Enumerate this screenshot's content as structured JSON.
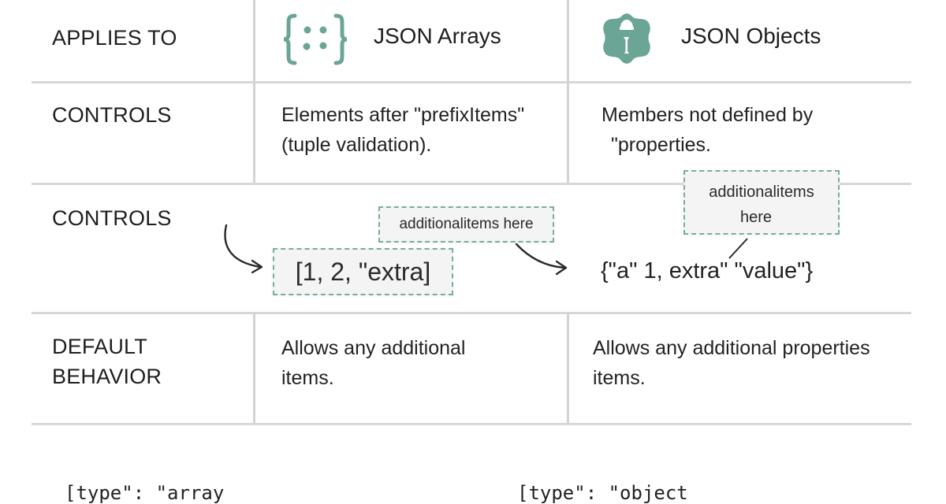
{
  "colors": {
    "accent": "#6aa596",
    "rule": "#d7d7d7",
    "text": "#1f1f1f",
    "callout_bg": "#f3f4f3"
  },
  "rows": {
    "applies_to": {
      "label": "APPLIES TO",
      "arrays": {
        "icon": "curly-braces-dots-icon",
        "title": "JSON Arrays"
      },
      "objects": {
        "icon": "puzzle-badge-icon",
        "title": "JSON Objects"
      }
    },
    "controls_1": {
      "label": "CONTROLS",
      "arrays_line1": "Elements after \"prefixItems\"",
      "arrays_line2": "(tuple validation).",
      "objects_line1": "Members not defined by",
      "objects_line2": "\"properties."
    },
    "controls_2": {
      "label": "CONTROLS",
      "array_callout": "additionalitems here",
      "array_example": "[1, 2, \"extra]",
      "object_callout_line1": "additionalitems",
      "object_callout_line2": "here",
      "object_example": "{\"a\" 1, extra\" \"value\"}"
    },
    "default_behavior": {
      "label_line1": "DEFAULT",
      "label_line2": "BEHAVIOR",
      "arrays_line1": "Allows any additional",
      "arrays_line2": "items.",
      "objects_line1": "Allows any additional properties",
      "objects_line2": "items."
    }
  },
  "bottom_code": {
    "array_schema": "[type\": \"array",
    "object_schema": "[type\": \"object"
  }
}
